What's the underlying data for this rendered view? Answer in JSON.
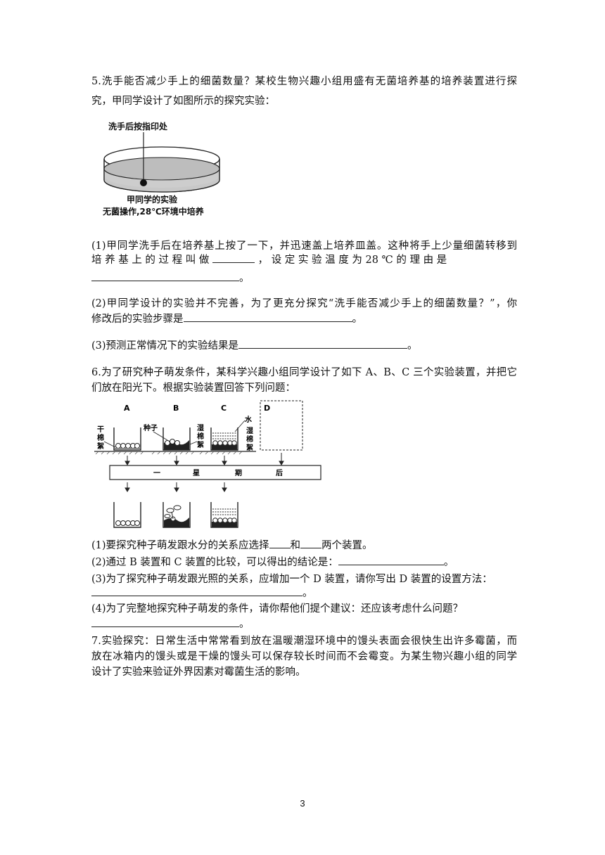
{
  "q5": {
    "stem_line1": "5.洗手能否减少手上的细菌数量？某校生物兴趣小组用盛有无菌培养基的培养装置进行探",
    "stem_line2": "究，甲同学设计了如图所示的探究实验：",
    "figure": {
      "top_label": "洗手后按指印处",
      "caption1": "甲同学的实验",
      "caption2": "无菌操作,28℃环境中培养"
    },
    "sub1_line1": "(1)甲同学洗手后在培养基上按了一下，并迅速盖上培养皿盖。这种将手上少量细菌转移到",
    "sub1_line2_a": "培 养 基 上 的 过 程 叫 做",
    "sub1_line2_b": "，   设 定 实 验 温 度 为 28 ℃ 的 理 由 是",
    "sub1_line3_end": "。",
    "sub2_line1": "(2)甲同学设计的实验并不完善，为了更充分探究“洗手能否减少手上的细菌数量？”，你",
    "sub2_line2_a": "修改后的实验步骤是",
    "sub2_line2_end": "。",
    "sub3_a": "(3)预测正常情况下的实验结果是",
    "sub3_end": "。"
  },
  "q6": {
    "stem_line1": "6.为了研究种子萌发条件，某科学兴趣小组同学设计了如下 A、B、C 三个实验装置，并把它",
    "stem_line2": "们放在阳光下。根据实验装置回答下列问题：",
    "figure": {
      "labels": [
        "A",
        "B",
        "C",
        "D"
      ],
      "dry_cotton": [
        "干",
        "棉",
        "絮"
      ],
      "seed": "种子",
      "wet_cotton": [
        "湿",
        "棉",
        "絮"
      ],
      "water": "水",
      "wet_cotton_c": [
        "湿",
        "棉",
        "絮"
      ],
      "bar_text": [
        "一",
        "星",
        "期",
        "后"
      ]
    },
    "sub1_a": "(1)要探究种子萌发跟水分的关系应选择",
    "sub1_b": "和",
    "sub1_c": "两个装置。",
    "sub2_a": "(2)通过 B 装置和 C 装置的比较，可以得出的结论是：",
    "sub2_end": "。",
    "sub3": "(3)为了探究种子萌发跟光照的关系，应增加一个 D 装置，请你写出 D 装置的设置方法：",
    "sub3_end": "。",
    "sub4": "(4)为了完整地探究种子萌发的条件，请你帮他们提个建议：还应该考虑什么问题？",
    "sub4_end": "。"
  },
  "q7": {
    "line1": "7.实验探究：日常生活中常常看到放在温暖潮湿环境中的馒头表面会很快生出许多霉菌，而",
    "line2": "放在冰箱内的馒头或是干燥的馒头可以保存较长时间而不会霉变。为某生物兴趣小组的同学",
    "line3": "设计了实验来验证外界因素对霉菌生活的影响。"
  },
  "page_number": "3"
}
